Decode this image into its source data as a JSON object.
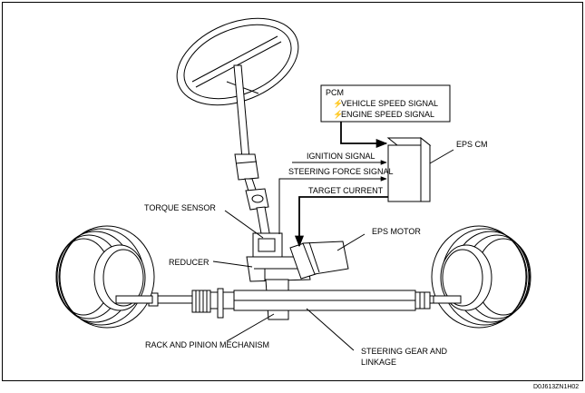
{
  "labels": {
    "pcm": "PCM",
    "vehicle_speed_signal": "VEHICLE SPEED SIGNAL",
    "engine_speed_signal": "ENGINE SPEED SIGNAL",
    "eps_cm": "EPS CM",
    "ignition_signal": "IGNITION SIGNAL",
    "steering_force_signal": "STEERING FORCE SIGNAL",
    "target_current": "TARGET CURRENT",
    "torque_sensor": "TORQUE SENSOR",
    "eps_motor": "EPS MOTOR",
    "reducer": "REDUCER",
    "rack_and_pinion": "RACK AND PINION MECHANISM",
    "steering_gear_line1": "STEERING GEAR AND",
    "steering_gear_line2": "LINKAGE",
    "figure_code": "D0J613ZN1H02"
  },
  "colors": {
    "line": "#000000",
    "background": "#ffffff"
  }
}
